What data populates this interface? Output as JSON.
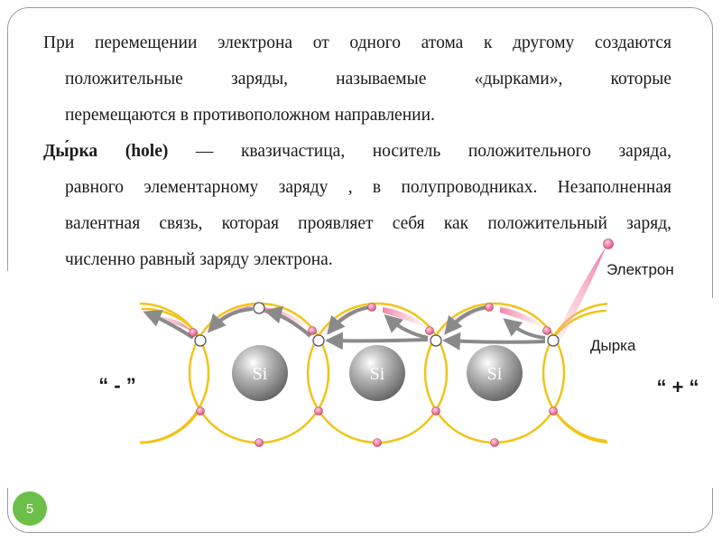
{
  "paragraph1": {
    "line1": "При перемещении электрона от одного атома к другому создаются",
    "line2": "положительные заряды, называемые «дырками», которые",
    "line3": "перемещаются в противоположном направлении."
  },
  "paragraph2": {
    "term": "Ды́рка (hole)",
    "line1_rest": " — квазичастица, носитель положительного заряда,",
    "line2": "равного элементарному заряду , в полупроводниках. Незаполненная",
    "line3": "валентная связь, которая проявляет себя как положительный заряд,",
    "line4": "численно равный заряду электрона."
  },
  "diagram": {
    "atom_labels": [
      "Si",
      "Si",
      "Si"
    ],
    "electron_label": "Электрон",
    "hole_label": "Дырка",
    "minus_label": "“ - ”",
    "plus_label": "“ + “"
  },
  "slide_number": "5",
  "colors": {
    "bond": "#f0c419",
    "electron": "#e0608a",
    "trail": "#f4a6bd",
    "arrow": "#8a8a8a",
    "atom": "#8c8c8c",
    "badge": "#6cc04a"
  }
}
